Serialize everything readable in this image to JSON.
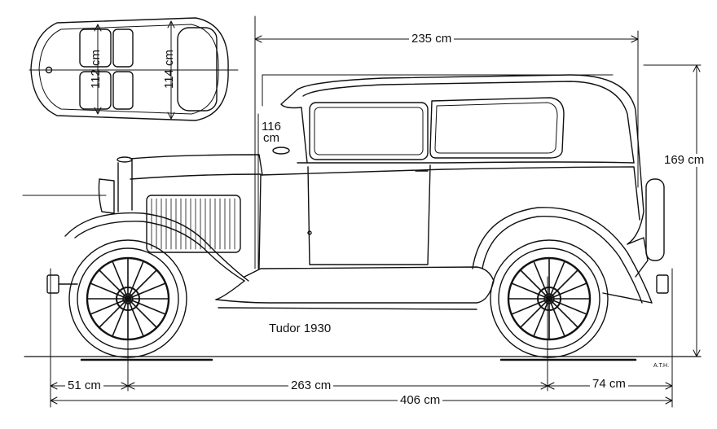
{
  "dimensions": {
    "overall_length": "406 cm",
    "wheelbase": "263 cm",
    "front_overhang": "51 cm",
    "rear_overhang": "74 cm",
    "body_length": "235 cm",
    "height": "169 cm",
    "windshield_height_value": "116",
    "windshield_height_unit": "cm",
    "track_front": "112 cm",
    "track_rear": "114 cm"
  },
  "caption": "Tudor 1930",
  "signature": "A.T.H.",
  "colors": {
    "ink": "#111111",
    "background": "#ffffff"
  }
}
